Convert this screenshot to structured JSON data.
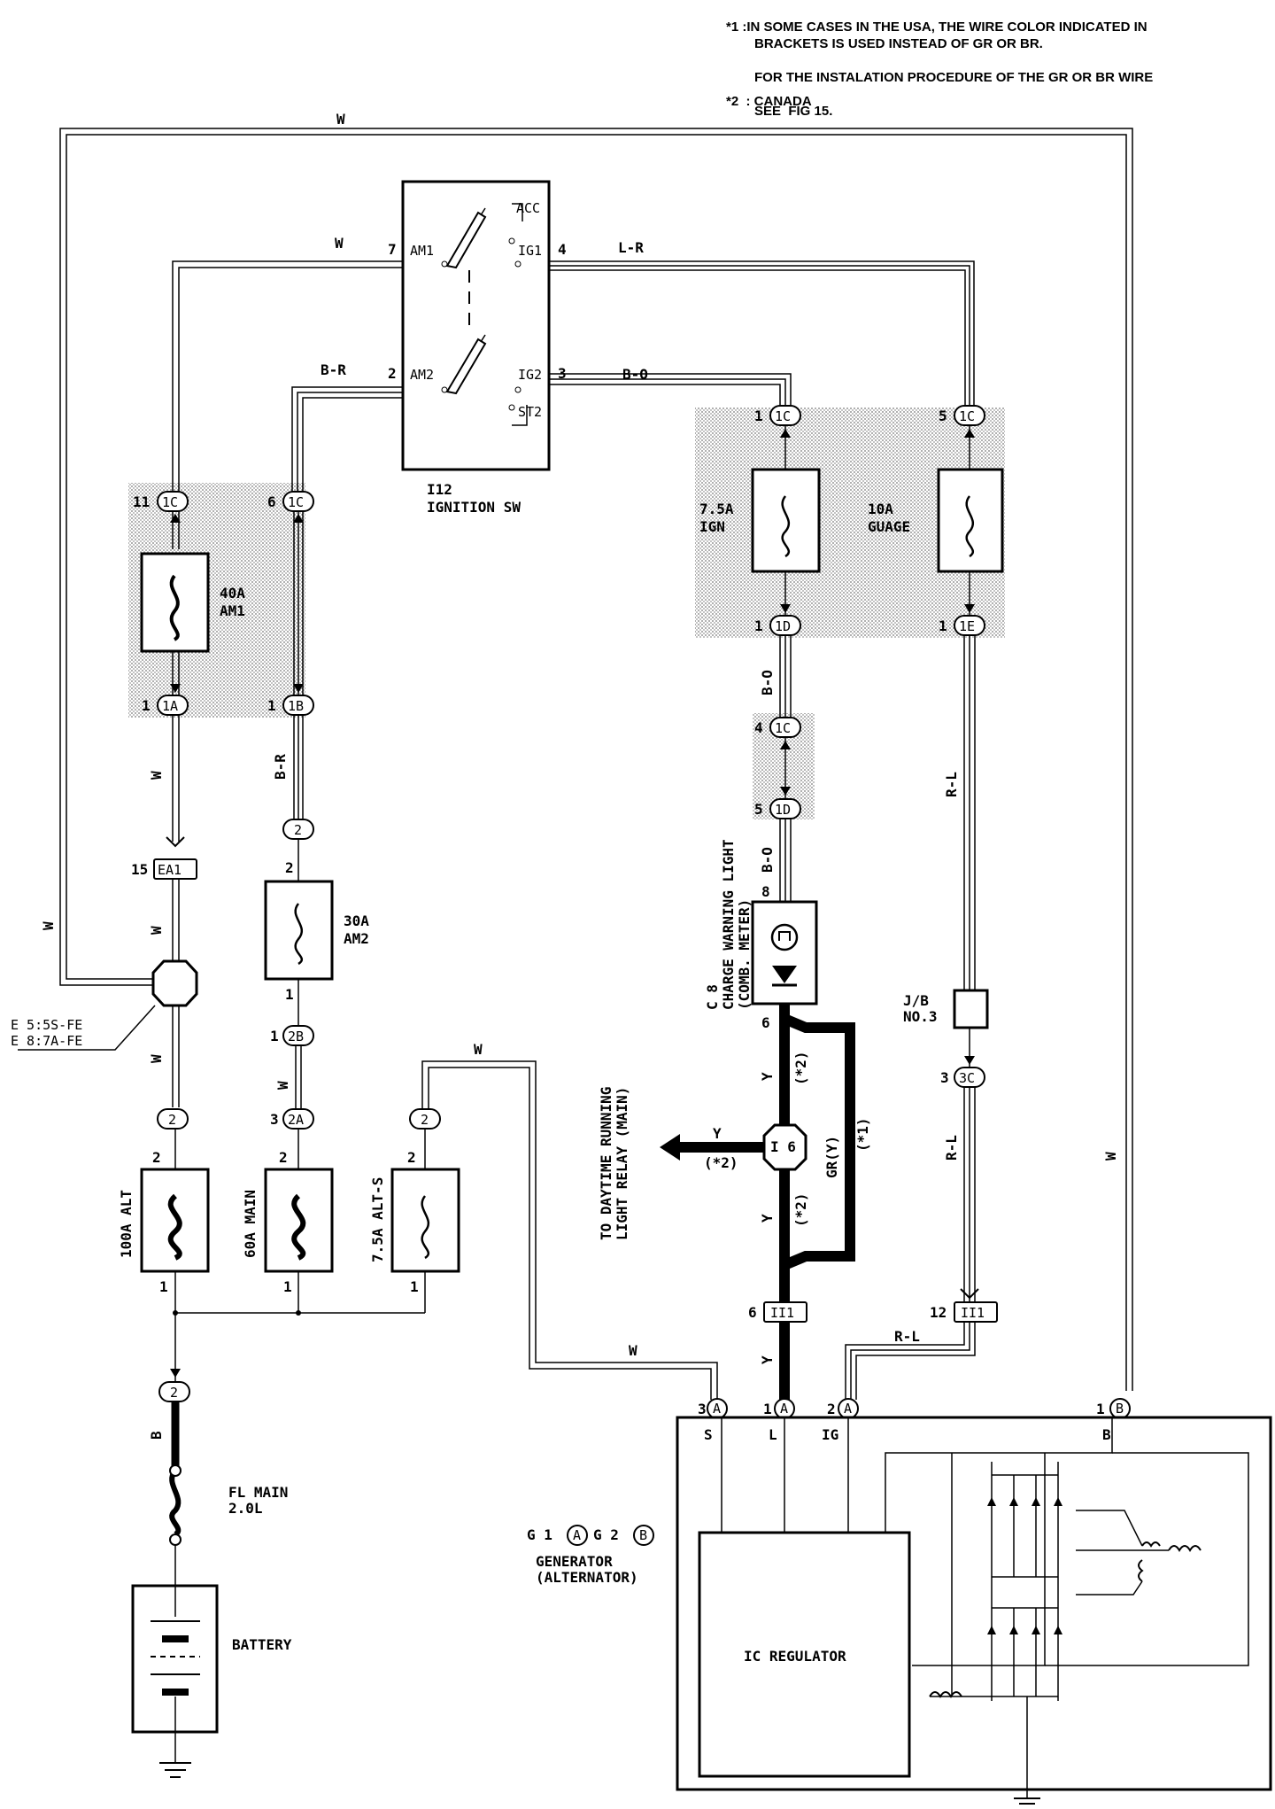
{
  "notes": {
    "note1_lines": [
      "*1 :IN SOME CASES IN THE USA, THE WIRE COLOR INDICATED IN",
      "BRACKETS IS USED INSTEAD OF GR OR BR.",
      "FOR THE INSTALATION PROCEDURE OF THE GR OR BR WIRE",
      "SEE  FIG 15."
    ],
    "note2": "*2  : CANADA"
  },
  "components": {
    "ignition_switch": {
      "id": "I12",
      "name": "IGNITION SW",
      "terminals": [
        "ACC",
        "AM1",
        "IG1",
        "AM2",
        "IG2",
        "ST2"
      ],
      "pins": [
        "7",
        "4",
        "2",
        "3"
      ]
    },
    "fuse_am1": {
      "rating": "40A",
      "name": "AM1"
    },
    "fuse_ign": {
      "rating": "7.5A",
      "name": "IGN"
    },
    "fuse_guage": {
      "rating": "10A",
      "name": "GUAGE"
    },
    "fuse_am2": {
      "rating": "30A",
      "name": "AM2"
    },
    "fuse_alt": "100A ALT",
    "fuse_main": "60A MAIN",
    "fuse_alts": "7.5A ALT-S",
    "fl_main": [
      "FL MAIN",
      "2.0L"
    ],
    "battery": "BATTERY",
    "charge_light": [
      "C 8",
      "CHARGE WARNING LIGHT",
      "(COMB. METER)"
    ],
    "jb": [
      "J/B",
      "NO.3"
    ],
    "drl_relay": [
      "TO DAYTIME RUNNING",
      "LIGHT RELAY (MAIN)"
    ],
    "splice_e": [
      "E 5:5S-FE",
      "E 8:7A-FE"
    ],
    "splice_i6": "I 6",
    "generator_conns": [
      "G 1",
      "G 2"
    ],
    "generator_name": [
      "GENERATOR",
      "(ALTERNATOR)"
    ],
    "ic_regulator": "IC REGULATOR",
    "gen_terminals": [
      "S",
      "L",
      "IG",
      "B"
    ]
  },
  "connectors": {
    "1C": "1C",
    "1A": "1A",
    "1B": "1B",
    "1D": "1D",
    "1E": "1E",
    "c1C": "1C",
    "c1D": "1D",
    "2": "2",
    "2B": "2B",
    "2A": "2A",
    "3C": "3C",
    "EA1": "EA1",
    "II1": "II1",
    "A": "A",
    "B": "B"
  },
  "pins": [
    "1",
    "2",
    "3",
    "4",
    "5",
    "6",
    "8",
    "11",
    "12",
    "15"
  ],
  "wire_colors": {
    "W": "W",
    "L-R": "L-R",
    "B-R": "B-R",
    "B-O": "B-O",
    "R-L": "R-L",
    "Y": "Y",
    "GR(Y)": "GR(Y)",
    "B": "B",
    "star1": "(*1)",
    "star2": "(*2)"
  }
}
